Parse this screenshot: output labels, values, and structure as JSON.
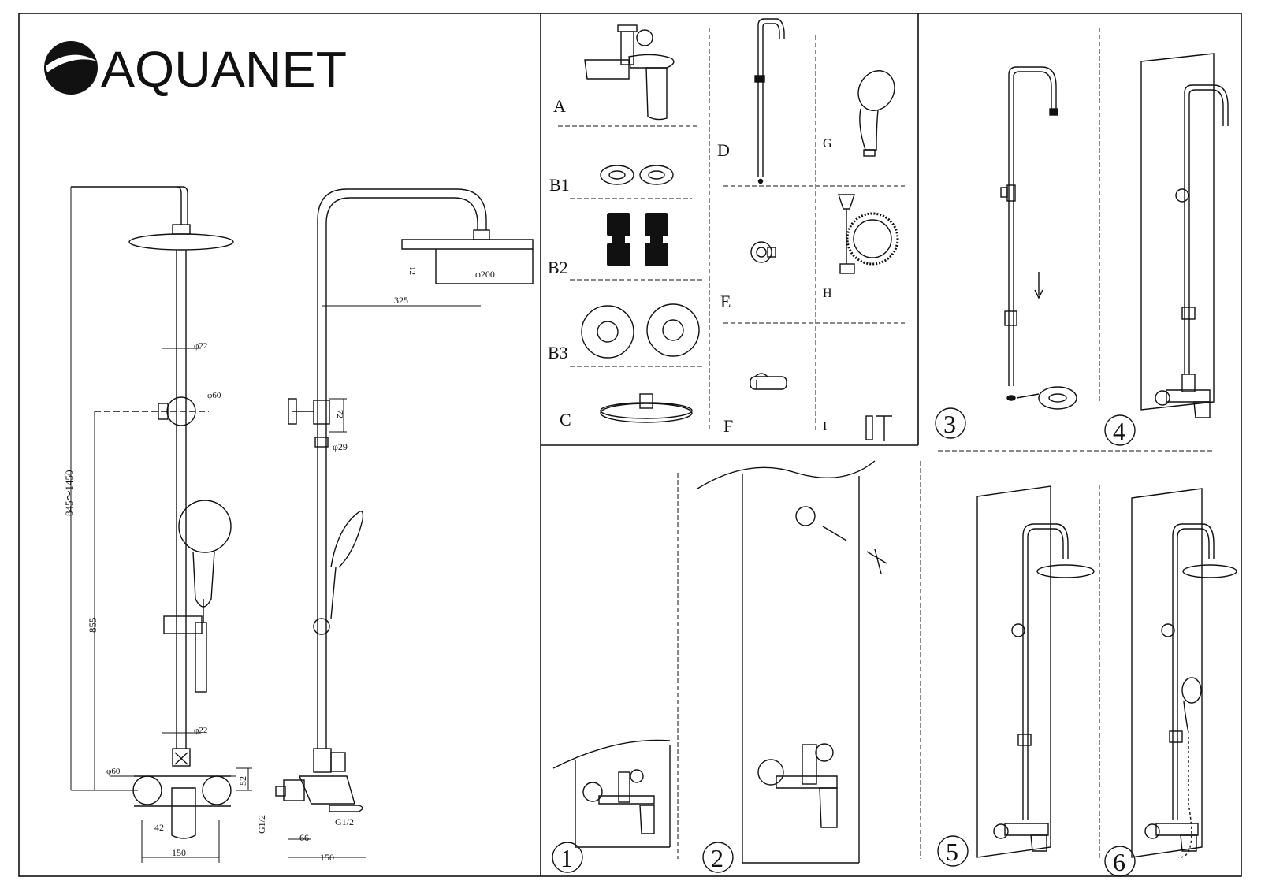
{
  "brand": {
    "name": "AQUANET"
  },
  "dimensions": {
    "height_range": "845～1450",
    "height_lower": "855",
    "diam_pipe_top": "φ22",
    "diam_diverter": "φ60",
    "diam_pipe_low": "φ22",
    "diam_escutcheon": "φ60",
    "mixer_height": "52",
    "handle_offset": "42",
    "centers_front": "150",
    "outlet_dia": "φ200",
    "head_thickness": "12",
    "arm_reach": "325",
    "diverter_height": "72",
    "slider_dia": "φ29",
    "thread_left": "G1/2",
    "thread_bottom": "G1/2",
    "inlet_depth": "66",
    "centers_side": "150"
  },
  "parts": {
    "A": "A",
    "B1": "B1",
    "B2": "B2",
    "B3": "B3",
    "C": "C",
    "D": "D",
    "E": "E",
    "F": "F",
    "G": "G",
    "H": "H",
    "I": "I"
  },
  "steps": {
    "s1": "1",
    "s2": "2",
    "s3": "3",
    "s4": "4",
    "s5": "5",
    "s6": "6"
  }
}
